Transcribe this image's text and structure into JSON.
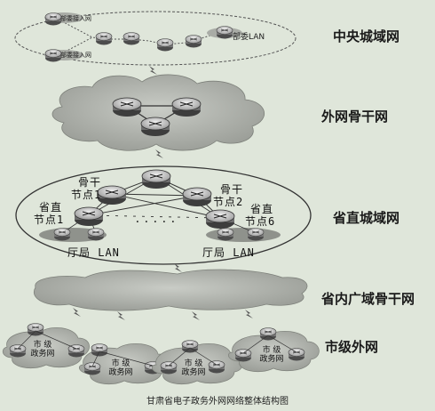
{
  "tiers": {
    "central_lan": "中央城域网",
    "external_backbone": "外网骨干网",
    "provincial_lan": "省直城域网",
    "provincial_wan": "省内广域骨干网",
    "city_external": "市级外网"
  },
  "central": {
    "access_1": "部委接入网",
    "access_2": "部委接入网",
    "lan": "部委LAN"
  },
  "provincial": {
    "backbone_node_1_line1": "骨干",
    "backbone_node_1_line2": "节点1",
    "backbone_node_2_line1": "骨干",
    "backbone_node_2_line2": "节点2",
    "direct_node_1_line1": "省直",
    "direct_node_1_line2": "节点1",
    "direct_node_6_line1": "省直",
    "direct_node_6_line2": "节点6",
    "lan_left": "厅局 LAN",
    "lan_right": "厅局 LAN",
    "ellipsis": "．．．．．"
  },
  "cities": [
    {
      "line1": "市  级",
      "line2": "政务网"
    },
    {
      "line1": "市  级",
      "line2": "政务网"
    },
    {
      "line1": "市  级",
      "line2": "政务网"
    },
    {
      "line1": "市  级",
      "line2": "政务网"
    }
  ],
  "caption": "甘肃省电子政务外网网络整体结构图"
}
